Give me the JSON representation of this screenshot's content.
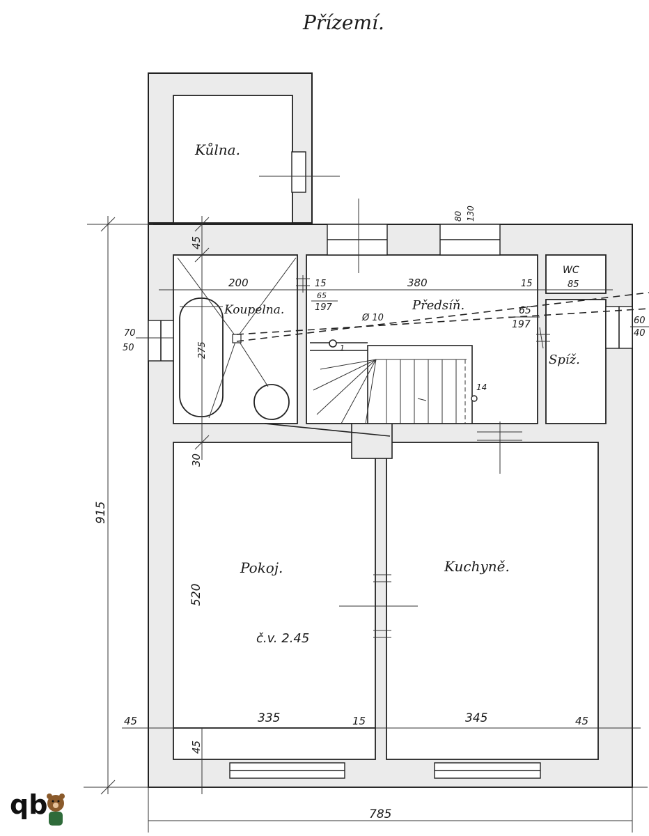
{
  "title": "Přízemí.",
  "rooms": {
    "kulna": "Kůlna.",
    "koupelna": "Koupelna.",
    "predsin": "Předsíň.",
    "wc": "WC",
    "spiz": "Spíž.",
    "pokoj": "Pokoj.",
    "kuchyne": "Kuchyně."
  },
  "dimensions": {
    "d_45_top": "45",
    "d_200": "200",
    "d_15_a": "15",
    "d_65_a": "65",
    "d_197_a": "197",
    "d_380": "380",
    "d_15_b": "15",
    "d_65_b": "65",
    "d_197_b": "197",
    "d_80": "80",
    "d_130": "130",
    "d_85": "85",
    "d_60": "60",
    "d_40": "40",
    "d_70": "70",
    "d_50": "50",
    "d_275": "275",
    "d_phi10": "Ø 10",
    "d_1": "1",
    "d_14": "14",
    "d_30": "30",
    "d_915": "915",
    "d_520": "520",
    "d_cv": "č.v. 2.45",
    "d_45_l": "45",
    "d_335": "335",
    "d_15_c": "15",
    "d_345": "345",
    "d_45_r": "45",
    "d_45_bot": "45",
    "d_785": "785"
  },
  "logo": {
    "text": "qb",
    "mascot": "bear-icon"
  }
}
